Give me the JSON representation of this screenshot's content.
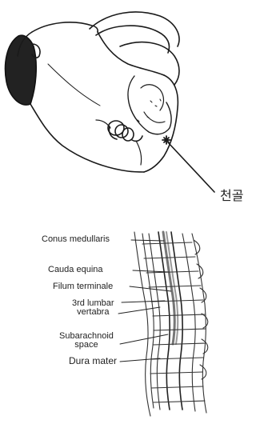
{
  "top_figure": {
    "label": "천골"
  },
  "bottom_figure": {
    "labels": {
      "conus_medullaris": "Conus medullaris",
      "cauda_equina": "Cauda equina",
      "filum_terminale": "Filum terminale",
      "lumbar_line1": "3rd lumbar",
      "lumbar_line2": "vertabra",
      "subarachnoid_line1": "Subarachnoid",
      "subarachnoid_line2": "space",
      "dura_mater": "Dura mater"
    }
  }
}
